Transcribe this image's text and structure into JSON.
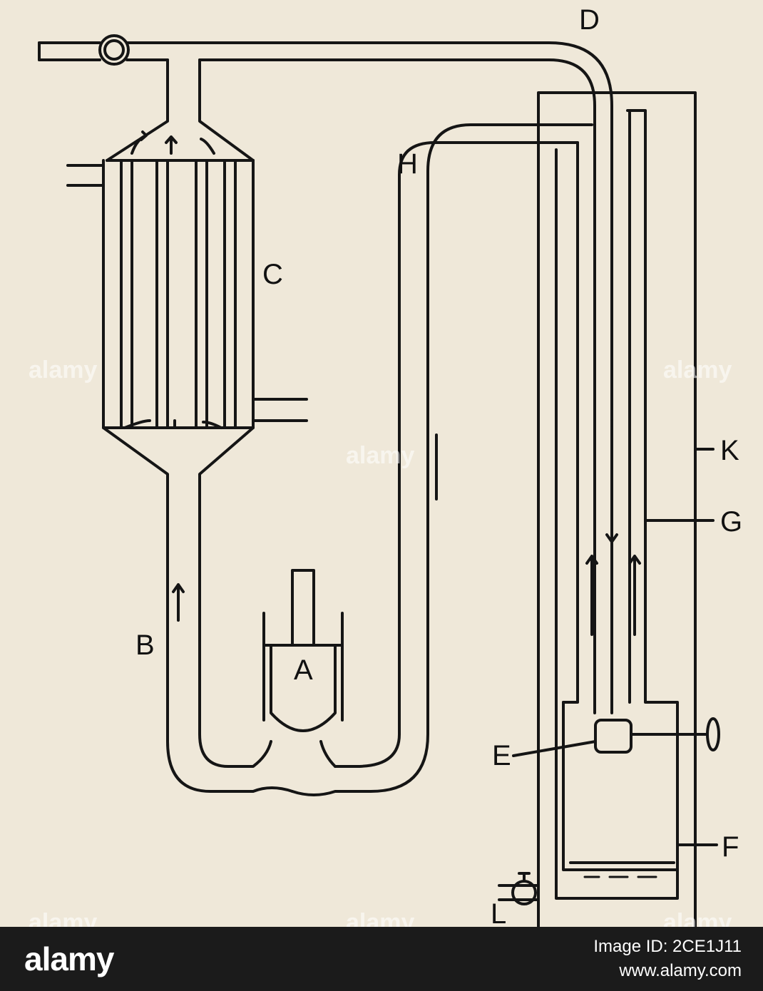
{
  "diagram": {
    "labels": {
      "A": "A",
      "B": "B",
      "C": "C",
      "D": "D",
      "E": "E",
      "F": "F",
      "G": "G",
      "H": "H",
      "K": "K",
      "L": "L"
    },
    "watermark": "alamy"
  },
  "footer": {
    "brand": "alamy",
    "image_id": "Image ID: 2CE1J11",
    "url": "www.alamy.com"
  }
}
